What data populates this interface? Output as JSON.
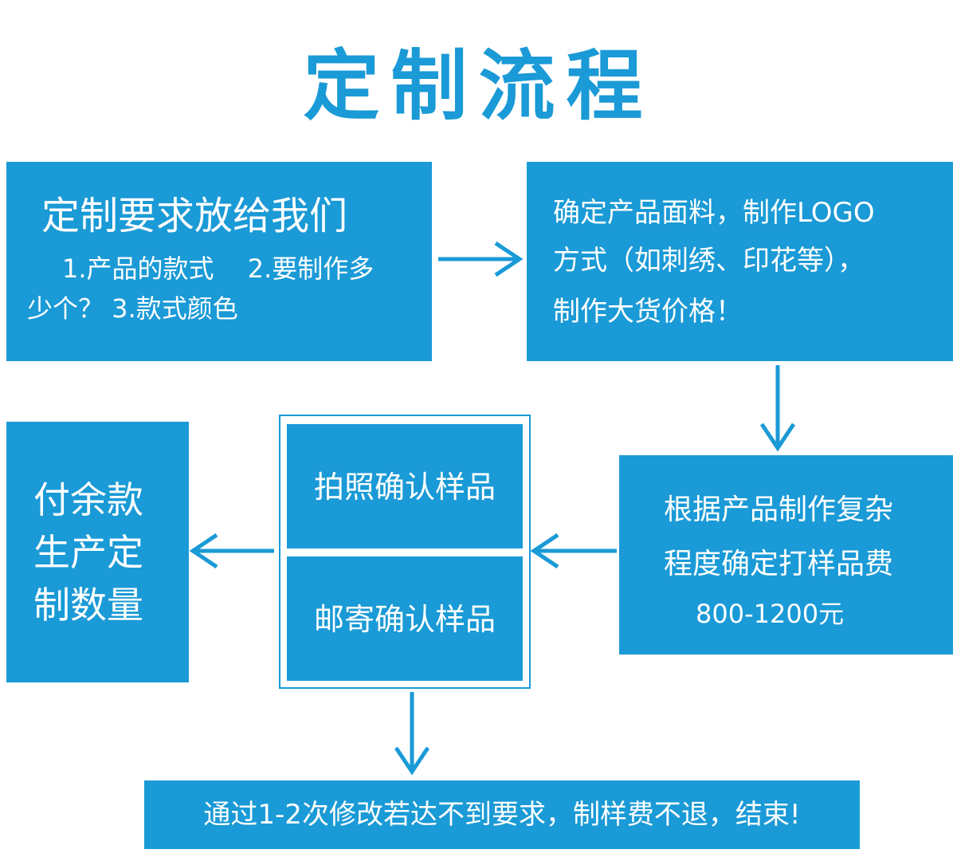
{
  "title": "定制流程",
  "colors": {
    "primary": "#1a9ad6",
    "text_on_primary": "#ffffff"
  },
  "steps": {
    "submit_requirements": {
      "lines": [
        "定制要求放给我们",
        "1.产品的款式　 2.要制作多",
        "少个？ 3.款式颜色"
      ]
    },
    "confirm_material": {
      "lines": [
        "确定产品面料，制作LOGO",
        "方式（如刺绣、印花等），",
        "制作大货价格！"
      ]
    },
    "sample_fee": {
      "lines": [
        "根据产品制作复杂",
        "程度确定打样品费",
        "800-1200元"
      ]
    },
    "photo_confirm": {
      "label": "拍照确认样品"
    },
    "mail_confirm": {
      "label": "邮寄确认样品"
    },
    "pay_balance": {
      "lines": [
        "付余款",
        "生产定",
        "制数量"
      ]
    },
    "end_note": {
      "label": "通过1-2次修改若达不到要求，制样费不退，结束!"
    }
  }
}
